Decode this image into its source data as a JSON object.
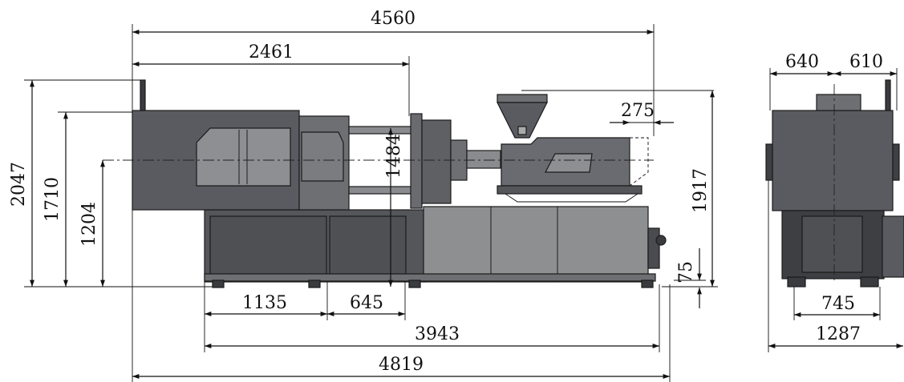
{
  "colors": {
    "dark_gray": "#5a5b61",
    "mid_gray": "#7a7b80",
    "light_gray": "#8e8f91",
    "base_gray": "#55565a",
    "outline": "#1a1a1a"
  },
  "front_view": {
    "dimensions": {
      "overall_top": "4560",
      "clamp_length": "2461",
      "nozzle_offset": "275",
      "total_height": "2047",
      "cabinet_height": "1710",
      "center_height": "1204",
      "platen_height": "1484",
      "hopper_height": "1917",
      "foot_height": "75",
      "base_left": "1135",
      "base_mid": "645",
      "base_length": "3943",
      "overall_length": "4819"
    }
  },
  "side_view": {
    "dimensions": {
      "top_left": "640",
      "top_right": "610",
      "foot_span": "745",
      "overall_width": "1287"
    }
  }
}
